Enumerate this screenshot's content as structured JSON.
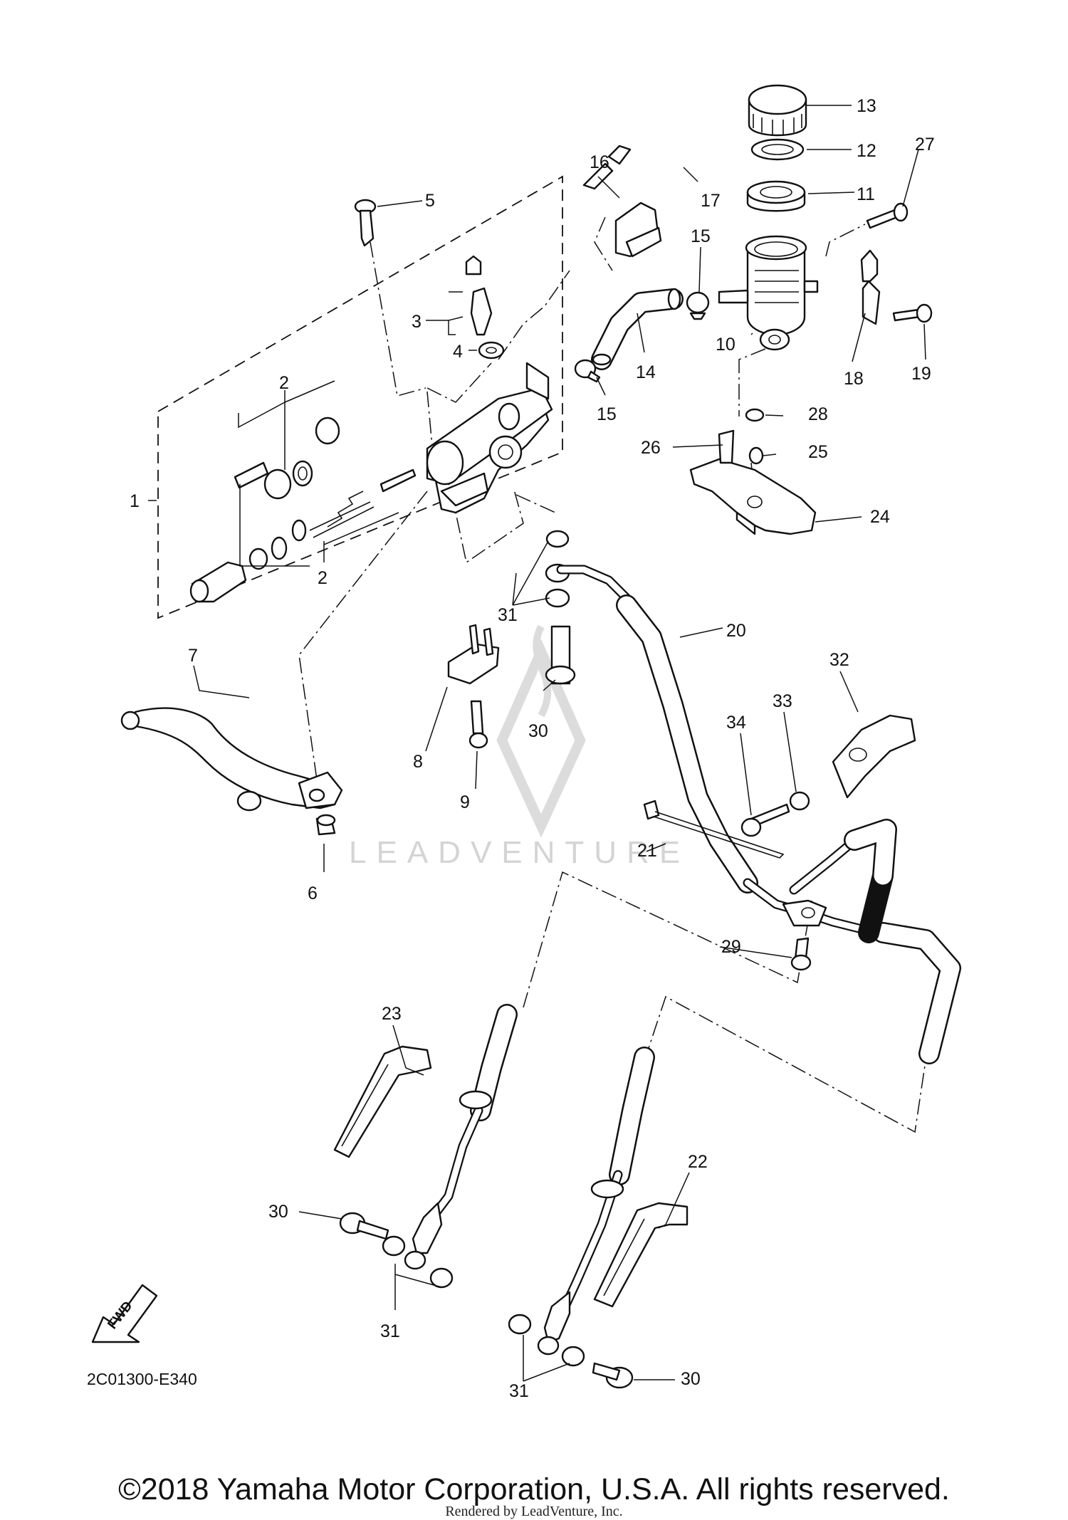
{
  "diagram": {
    "callouts": [
      {
        "id": "c1",
        "text": "1"
      },
      {
        "id": "c2a",
        "text": "2"
      },
      {
        "id": "c2b",
        "text": "2"
      },
      {
        "id": "c3",
        "text": "3"
      },
      {
        "id": "c4",
        "text": "4"
      },
      {
        "id": "c5",
        "text": "5"
      },
      {
        "id": "c6",
        "text": "6"
      },
      {
        "id": "c7",
        "text": "7"
      },
      {
        "id": "c8",
        "text": "8"
      },
      {
        "id": "c9",
        "text": "9"
      },
      {
        "id": "c10",
        "text": "10"
      },
      {
        "id": "c11",
        "text": "11"
      },
      {
        "id": "c12",
        "text": "12"
      },
      {
        "id": "c13",
        "text": "13"
      },
      {
        "id": "c14",
        "text": "14"
      },
      {
        "id": "c15a",
        "text": "15"
      },
      {
        "id": "c15b",
        "text": "15"
      },
      {
        "id": "c16",
        "text": "16"
      },
      {
        "id": "c17",
        "text": "17"
      },
      {
        "id": "c18",
        "text": "18"
      },
      {
        "id": "c19",
        "text": "19"
      },
      {
        "id": "c20",
        "text": "20"
      },
      {
        "id": "c21",
        "text": "21"
      },
      {
        "id": "c22",
        "text": "22"
      },
      {
        "id": "c23",
        "text": "23"
      },
      {
        "id": "c24",
        "text": "24"
      },
      {
        "id": "c25",
        "text": "25"
      },
      {
        "id": "c26",
        "text": "26"
      },
      {
        "id": "c27",
        "text": "27"
      },
      {
        "id": "c28",
        "text": "28"
      },
      {
        "id": "c29",
        "text": "29"
      },
      {
        "id": "c30a",
        "text": "30"
      },
      {
        "id": "c30b",
        "text": "30"
      },
      {
        "id": "c30c",
        "text": "30"
      },
      {
        "id": "c31a",
        "text": "31"
      },
      {
        "id": "c31b",
        "text": "31"
      },
      {
        "id": "c31c",
        "text": "31"
      },
      {
        "id": "c32",
        "text": "32"
      },
      {
        "id": "c33",
        "text": "33"
      },
      {
        "id": "c34",
        "text": "34"
      }
    ],
    "diagram_code": "2C01300-E340",
    "fwd_label": "FWD",
    "watermark_text": "LEADVENTURE"
  },
  "footer": {
    "copyright": "©2018 Yamaha Motor Corporation, U.S.A. All rights reserved.",
    "rendered_by": "Rendered by LeadVenture, Inc."
  }
}
